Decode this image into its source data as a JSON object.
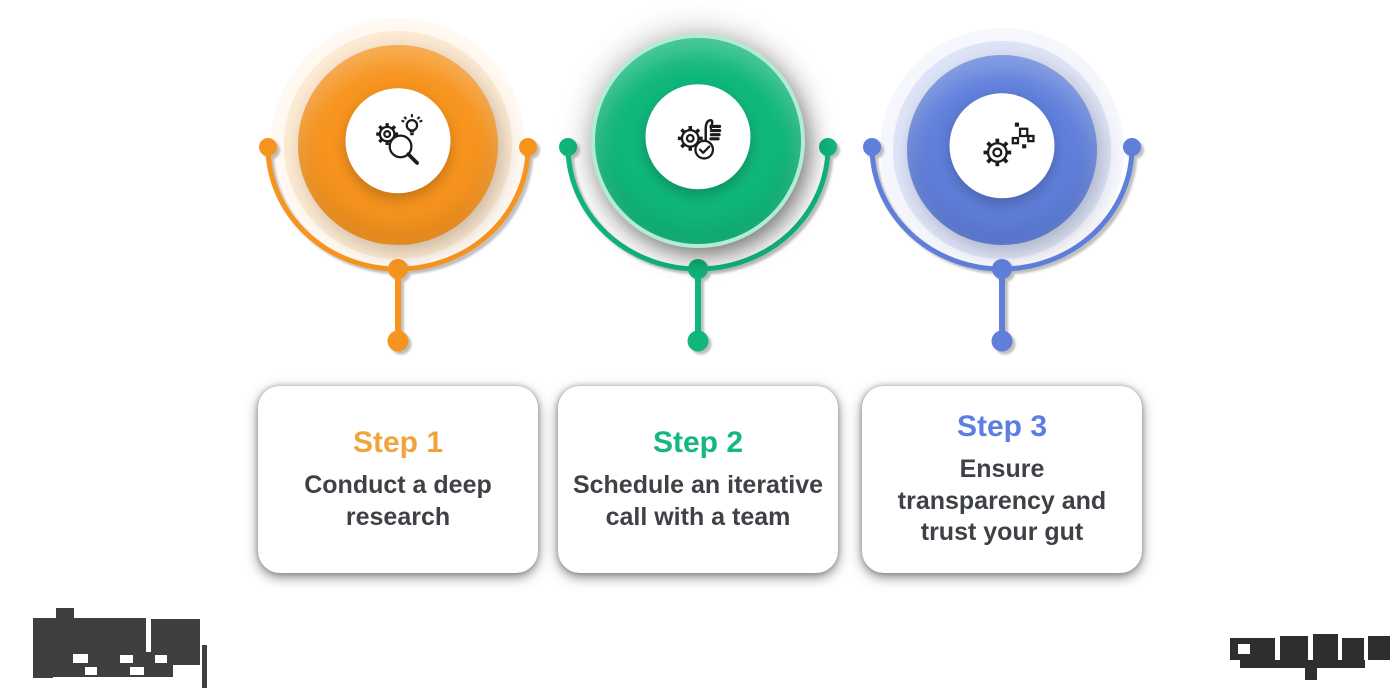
{
  "page": {
    "background_color": "#FFFFFF"
  },
  "steps": [
    {
      "label": "Step 1",
      "description": "Conduct a deep research",
      "circle_color": "#F7941E",
      "title_color": "#F0A43E",
      "icon": "research-magnifier-gear-bulb-icon"
    },
    {
      "label": "Step 2",
      "description": "Schedule an iterative call with a team",
      "circle_color": "#10B77B",
      "title_color": "#12B87C",
      "icon": "gear-thumbs-up-approval-icon"
    },
    {
      "label": "Step 3",
      "description": "Ensure transparency and trust your gut",
      "circle_color": "#5F7FDB",
      "title_color": "#5B7EE1",
      "icon": "gear-digital-pixels-icon"
    }
  ],
  "text_color": "#3E4145",
  "footer": {
    "left_logo": {
      "type": "pixelated-illegible-logo",
      "color": "#3F3F3F"
    },
    "right_watermark": {
      "type": "pixelated-illegible-text",
      "color": "#2E2E2E"
    }
  }
}
